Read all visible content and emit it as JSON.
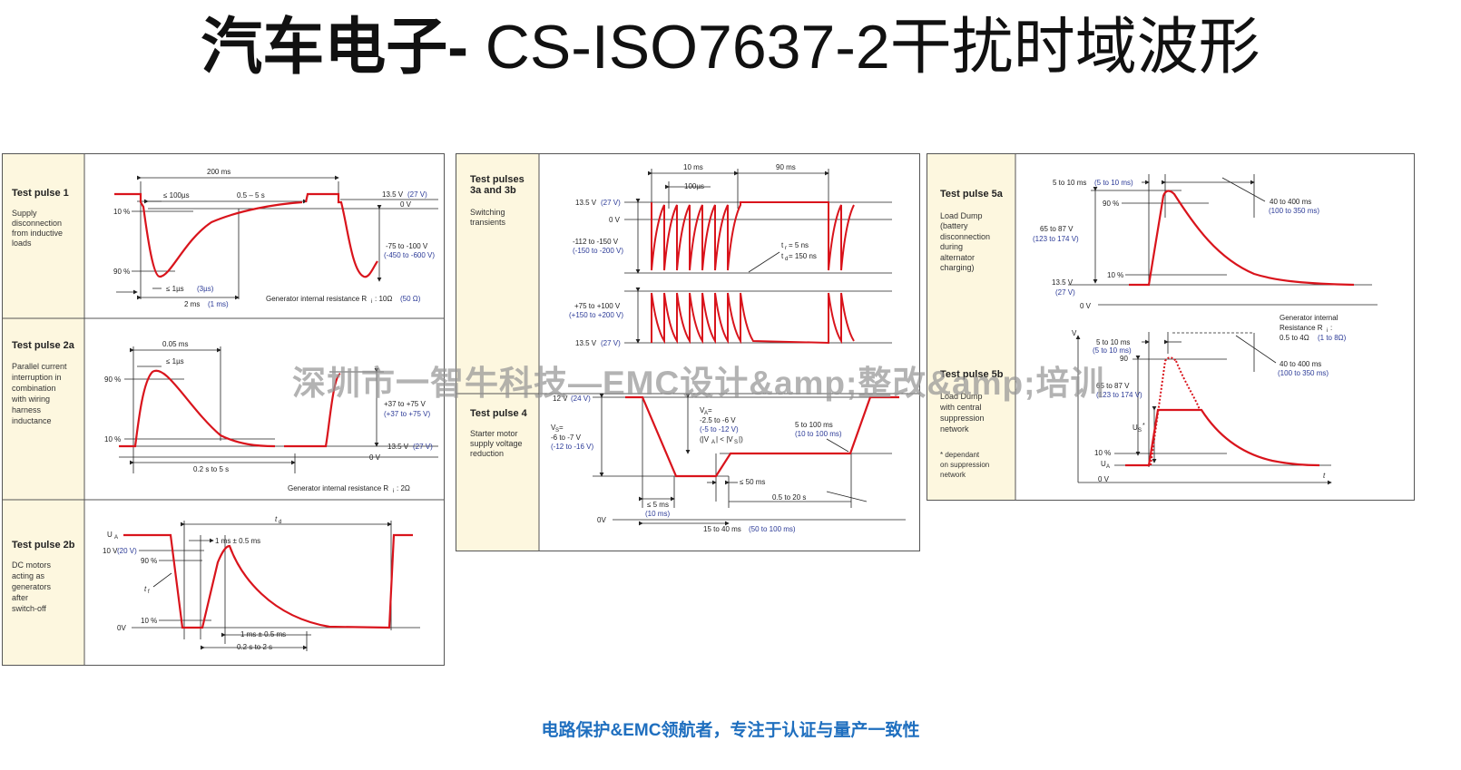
{
  "header": {
    "title_bold": "汽车电子-",
    "title_rest": " CS-ISO7637-2干扰时域波形"
  },
  "colors": {
    "wave": "#d9141c",
    "label_bg": "#fdf7df",
    "annotation_blue": "#2b3a97",
    "footer": "#1f6fbf"
  },
  "pulse1": {
    "name": "Test pulse 1",
    "desc": [
      "Supply",
      "disconnection",
      "from inductive",
      "loads"
    ],
    "t200": "200 ms",
    "t100us": "≤ 100µs",
    "t05": "0.5 – 5 s",
    "v135": "13.5 V",
    "v135b": "(27 V)",
    "v0": "0 V",
    "p10": "10 %",
    "p90": "90 %",
    "vpk": "-75 to -100 V",
    "vpk_b": "(-450 to -600 V)",
    "t1us": "≤ 1µs",
    "t1us_b": "(3µs)",
    "t2ms": "2 ms",
    "t2ms_b": "(1 ms)",
    "ri": "Generator internal resistance R",
    "ri_sub": "i",
    "ri_val": ": 10Ω",
    "ri_val_b": "(50 Ω)"
  },
  "pulse2a": {
    "name": "Test pulse 2a",
    "desc": [
      "Parallel current",
      "interruption in",
      "combination",
      "with wiring",
      "harness",
      "inductance"
    ],
    "t005": "0.05 ms",
    "t1us": "≤ 1µs",
    "p90": "90 %",
    "p10": "10 %",
    "vpk": "+37 to +75 V",
    "vpk_b": "(+37 to +75 V)",
    "v135": "13.5 V",
    "v135b": "(27 V)",
    "v0": "0 V",
    "t02": "0.2 s to 5 s",
    "ri": "Generator internal resistance R",
    "ri_sub": "i",
    "ri_val": ": 2Ω"
  },
  "pulse2b": {
    "name": "Test pulse 2b",
    "desc": [
      "DC motors",
      "acting as",
      "generators",
      "after",
      "switch-off"
    ],
    "ua": "U",
    "ua_sub": "A",
    "v10": "10 V",
    "v10b": "(20 V)",
    "p90": "90 %",
    "p10": "10 %",
    "v0": "0V",
    "tf": "t",
    "tf_sub": "f",
    "td": "t",
    "td_sub": "d",
    "t1ms_a": "1 ms ± 0.5 ms",
    "t1ms_b": "1 ms ± 0.5 ms",
    "t02": "0.2 s to 2 s"
  },
  "pulse3": {
    "name1": "Test pulses",
    "name2": "3a and 3b",
    "desc": [
      "Switching",
      "transients"
    ],
    "t10": "10 ms",
    "t90": "90 ms",
    "t100us": "100µs",
    "v135": "13.5 V",
    "v135b": "(27 V)",
    "v0": "0 V",
    "vneg": "-112 to -150 V",
    "vneg_b": "(-150 to -200 V)",
    "tr": "t",
    "tr_sub": "r",
    "tr_val": " = 5 ns",
    "td": "t",
    "td_sub": "d",
    "td_val": " = 150 ns",
    "vpos": "+75 to +100 V",
    "vpos_b": "(+150 to +200 V)",
    "v135_low": "13.5 V",
    "v135_low_b": "(27 V)"
  },
  "pulse4": {
    "name": "Test pulse 4",
    "desc": [
      "Starter motor",
      "supply voltage",
      "reduction"
    ],
    "v12": "12 V",
    "v12b": "(24 V)",
    "vs": "V",
    "vs_sub": "S",
    "vs_eq": " =",
    "vs_val": "-6 to -7 V",
    "vs_val_b": "(-12 to -16 V)",
    "va": "V",
    "va_sub": "A",
    "va_eq": " =",
    "va_val": "-2.5 to -6 V",
    "va_val_b": "(-5 to -12 V)",
    "va_rel": "(|V",
    "va_rel2": "| < |V",
    "va_rel3": "|)",
    "t5100": "5 to 100 ms",
    "t5100_b": "(10 to 100 ms)",
    "t50": "≤ 50 ms",
    "t5": "≤ 5 ms",
    "t5b": "(10 ms)",
    "t0520": "0.5 to 20 s",
    "v0": "0V",
    "t1540": "15 to 40 ms",
    "t1540_b": "(50 to 100 ms)"
  },
  "pulse5a": {
    "name": "Test pulse 5a",
    "desc": [
      "Load Dump",
      "(battery",
      "disconnection",
      "during",
      "alternator",
      "charging)"
    ],
    "t510": "5 to 10 ms",
    "t510b": "(5 to 10 ms)",
    "p90": "90 %",
    "p10": "10 %",
    "vpk": "65 to 87 V",
    "vpk_b": "(123 to 174 V)",
    "t40": "40 to 400 ms",
    "t40b": "(100 to 350 ms)",
    "v135": "13.5 V",
    "v135b": "(27 V)",
    "v0": "0 V",
    "ri1": "Generator internal",
    "ri2": "Resistance R",
    "ri_sub": "i",
    "ri3": ":",
    "ri4": "0.5 to 4Ω",
    "ri4b": "(1 to 8Ω)"
  },
  "pulse5b": {
    "name": "Test pulse 5b",
    "desc": [
      "Load Dump",
      "with central",
      "suppression",
      "network"
    ],
    "note": [
      "* dependant",
      "on suppression",
      "network"
    ],
    "vaxis": "V",
    "t510": "5 to 10 ms",
    "t510b": "(5 to 10 ms)",
    "p90": "90",
    "vpk": "65 to 87 V",
    "vpk_b": "(123 to 174 V)",
    "us": "U",
    "us_sub": "S",
    "us_star": "*",
    "p10": "10 %",
    "ua": "U",
    "ua_sub": "A",
    "v0": "0 V",
    "t40": "40 to 400 ms",
    "t40b": "(100 to 350 ms)",
    "taxis": "t"
  },
  "watermark": "深圳市一智牛科技—EMC设计&amp;整改&amp;培训",
  "footer": "电路保护&EMC领航者，专注于认证与量产一致性"
}
